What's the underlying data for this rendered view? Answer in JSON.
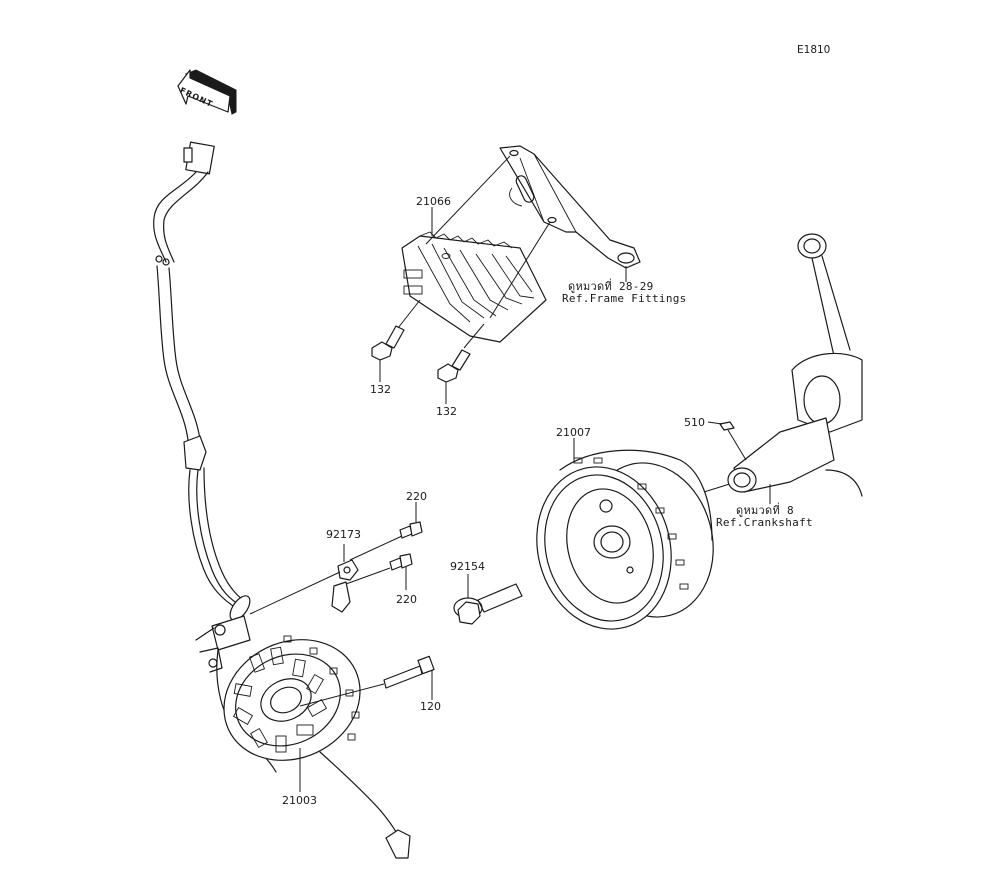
{
  "diagram": {
    "code": "E1810",
    "direction_badge": {
      "text": "FRONT",
      "icon": "front-arrow-icon"
    },
    "parts": [
      {
        "number": "21066",
        "name": "regulator"
      },
      {
        "number": "132",
        "name": "regulator-bolt-upper"
      },
      {
        "number": "132",
        "name": "regulator-bolt-lower"
      },
      {
        "number": "21007",
        "name": "flywheel-rotor"
      },
      {
        "number": "510",
        "name": "woodruff-key"
      },
      {
        "number": "220",
        "name": "bolt-upper"
      },
      {
        "number": "220",
        "name": "bolt-lower"
      },
      {
        "number": "92173",
        "name": "clamp"
      },
      {
        "number": "92154",
        "name": "flywheel-bolt"
      },
      {
        "number": "120",
        "name": "stator-bolt"
      },
      {
        "number": "21003",
        "name": "stator"
      }
    ],
    "references": [
      {
        "thai": "ดูหมวดที่ 28-29",
        "english": "Ref.Frame Fittings"
      },
      {
        "thai": "ดูหมวดที่ 8",
        "english": "Ref.Crankshaft"
      }
    ]
  }
}
